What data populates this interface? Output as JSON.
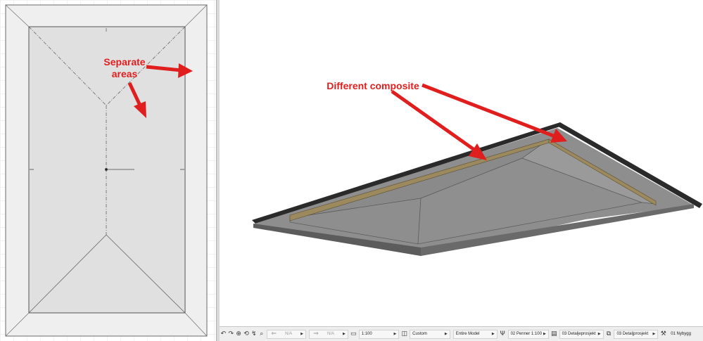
{
  "annotations": {
    "separate_areas": "Separate\nareas",
    "different_composite": "Different composite"
  },
  "colors": {
    "annotation": "#e01e1e",
    "plan_roof_fill": "#e0e0e0",
    "plan_eave_fill": "#efefef",
    "model_soffit": "#8e8e8e",
    "model_fascia": "#666666",
    "model_edge": "#2a2a2a",
    "timber_strip": "#9c8a5e"
  },
  "status_bar": {
    "left_icons": [
      "undo-icon",
      "redo-icon",
      "zoom-icon",
      "orbit-icon",
      "walk-icon",
      "zoom-fit-icon"
    ],
    "nav_prev_value": "N/A",
    "nav_next_value": "N/A",
    "scale_value": "1:100",
    "layer_combination": "Custom",
    "model_view": "Entire Model",
    "pen_set": "02 Penner 1:100",
    "model_view_option": "03 Detaljeprosjekt",
    "dimension_standard": "03 Detaljprosjekt",
    "renovation_filter": "01 Nybygg"
  }
}
